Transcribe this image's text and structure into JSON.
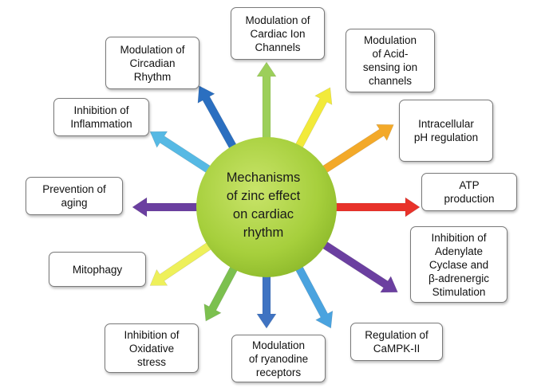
{
  "center": {
    "label": "Mechanisms\nof zinc effect\non cardiac\nrhythm",
    "color": "#a6cf3c"
  },
  "mechanisms": [
    {
      "id": "cardiac-ion-channels",
      "label": "Modulation of\nCardiac Ion\nChannels",
      "color": "#9ccf5a"
    },
    {
      "id": "acid-sensing-ion-channels",
      "label": "Modulation\nof Acid-\nsensing ion\nchannels",
      "color": "#f2ea3a"
    },
    {
      "id": "intracellular-ph",
      "label": "Intracellular\npH regulation",
      "color": "#f3a929"
    },
    {
      "id": "atp-production",
      "label": "ATP\nproduction",
      "color": "#e8322a"
    },
    {
      "id": "adenylate-cyclase",
      "label": "Inhibition of\nAdenylate\nCyclase and\nβ-adrenergic\nStimulation",
      "color": "#6b3fa0"
    },
    {
      "id": "camk-ii",
      "label": "Regulation of\nCaMPK-II",
      "color": "#4aa3df"
    },
    {
      "id": "ryanodine-receptors",
      "label": "Modulation\nof ryanodine\nreceptors",
      "color": "#3f73c2"
    },
    {
      "id": "oxidative-stress",
      "label": "Inhibition of\nOxidative\nstress",
      "color": "#7cc04f"
    },
    {
      "id": "mitophagy",
      "label": "Mitophagy",
      "color": "#eef05a"
    },
    {
      "id": "aging",
      "label": "Prevention of\naging",
      "color": "#6b3fa0"
    },
    {
      "id": "inflammation",
      "label": "Inhibition of\nInflammation",
      "color": "#56b9e4"
    },
    {
      "id": "circadian-rhythm",
      "label": "Modulation of\nCircadian\nRhythm",
      "color": "#2b6fc0"
    }
  ]
}
